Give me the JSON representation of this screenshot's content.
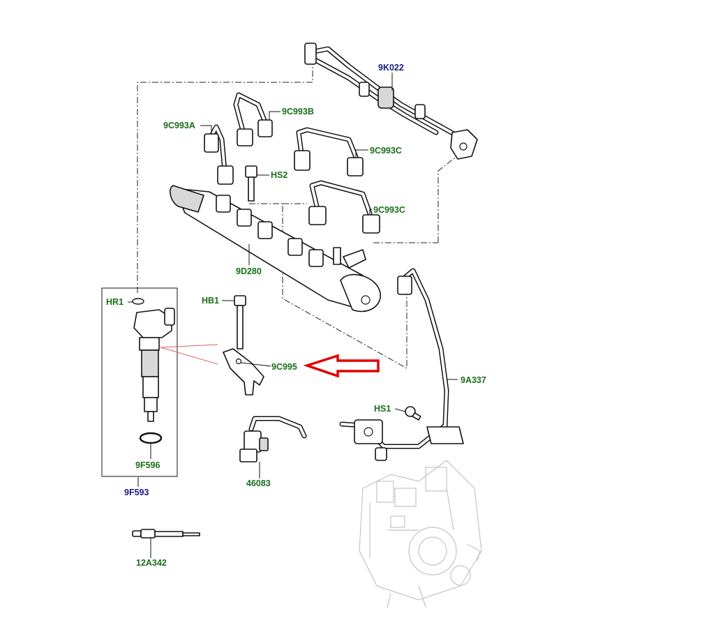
{
  "callouts": {
    "fuel_return_hose": "9K022",
    "injector_pipe_b": "9C993B",
    "injector_pipe_a": "9C993A",
    "injector_pipe_c_upper": "9C993C",
    "injector_pipe_c_lower": "9C993C",
    "rail_bolt": "HS2",
    "fuel_rail": "9D280",
    "injector_washer": "HR1",
    "clamp_bolt": "HB1",
    "injector_clamp": "9C995",
    "fuel_feed_pipe": "9A337",
    "pipe_bracket_bolt": "HS1",
    "injector_seal": "9F596",
    "injector_assembly": "9F593",
    "sensor_connector": "46083",
    "glow_plug": "12A342"
  },
  "colors": {
    "part_label": "#1a6e1a",
    "assembly_label": "#1a1a80",
    "highlight_arrow": "#e00000",
    "line_art": "#111111"
  }
}
